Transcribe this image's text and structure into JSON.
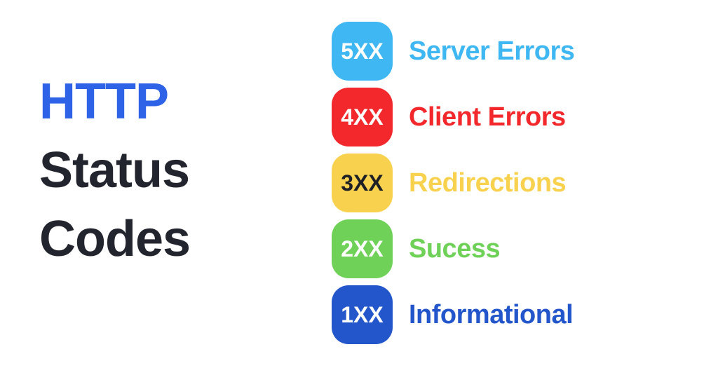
{
  "title": {
    "line1": "HTTP",
    "line2": "Status",
    "line3": "Codes",
    "accent_color": "#2E63E7",
    "dark_color": "#23252E"
  },
  "background_color": "#FFFFFF",
  "rows": [
    {
      "code": "5XX",
      "label": "Server Errors",
      "color": "#3EB7F2",
      "badge_text_color": "#FFFFFF"
    },
    {
      "code": "4XX",
      "label": "Client Errors",
      "color": "#F2282C",
      "badge_text_color": "#FFFFFF"
    },
    {
      "code": "3XX",
      "label": "Redirections",
      "color": "#F8D24F",
      "badge_text_color": "#1F2026"
    },
    {
      "code": "2XX",
      "label": "Sucess",
      "color": "#6FD158",
      "badge_text_color": "#FFFFFF"
    },
    {
      "code": "1XX",
      "label": "Informational",
      "color": "#2356CA",
      "badge_text_color": "#FFFFFF"
    }
  ]
}
